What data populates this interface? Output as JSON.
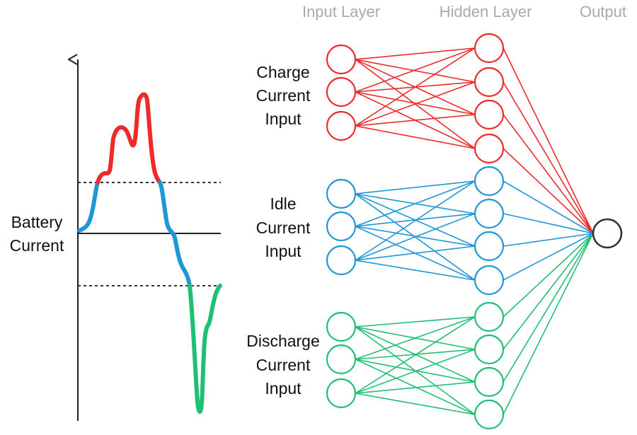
{
  "headers": {
    "input_layer": "Input Layer",
    "hidden_layer": "Hidden Layer",
    "output": "Output"
  },
  "battery_label": [
    "Battery",
    "Current"
  ],
  "groups": [
    {
      "id": "charge",
      "label": [
        "Charge",
        "Current",
        "Input"
      ],
      "color": "#ee2a2a"
    },
    {
      "id": "idle",
      "label": [
        "Idle",
        "Current",
        "Input"
      ],
      "color": "#1f97d6"
    },
    {
      "id": "discharge",
      "label": [
        "Discharge",
        "Current",
        "Input"
      ],
      "color": "#1fbf74"
    }
  ],
  "colors": {
    "axis": "#222222",
    "threshold": "#333333",
    "output_node": "#333333"
  }
}
